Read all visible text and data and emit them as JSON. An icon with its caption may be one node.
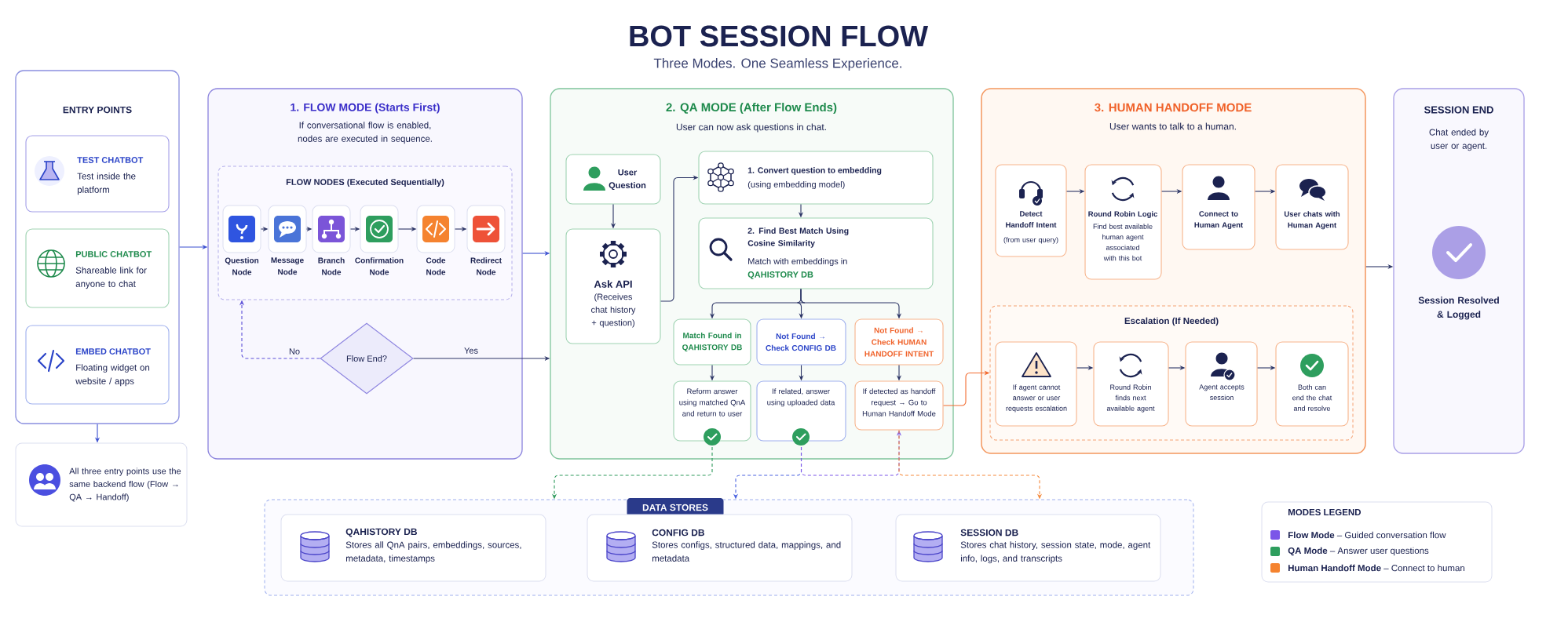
{
  "diagram": {
    "title": "BOT SESSION FLOW",
    "nodes": [
      {
        "text": [
          "ENTRY POINTS"
        ]
      },
      {
        "text": [
          "TEST CHATBOT",
          "Test inside the platform"
        ],
        "in": 0
      },
      {
        "text": [
          "PUBLIC CHATBOT",
          "Shareable link for anyone to chat"
        ],
        "in": 0
      },
      {
        "text": [
          "EMBED CHATBOT",
          "Floating widget on website / apps"
        ],
        "in": 0
      },
      {
        "text": [
          "All three entry points use the same backend flow (Flow → QA → Handoff)"
        ]
      },
      {
        "text": [
          "1. FLOW MODE (Starts First)",
          "If conversational flow is enabled, nodes are executed in sequence."
        ]
      },
      {
        "text": [
          "FLOW NODES (Executed Sequentially)"
        ],
        "in": 5
      },
      {
        "text": [
          "Question Node"
        ],
        "in": 6
      },
      {
        "text": [
          "Message Node"
        ],
        "in": 6
      },
      {
        "text": [
          "Branch Node"
        ],
        "in": 6
      },
      {
        "text": [
          "Confirmation Node"
        ],
        "in": 6
      },
      {
        "text": [
          "Code Node"
        ],
        "in": 6
      },
      {
        "text": [
          "Redirect Node"
        ],
        "in": 6
      },
      {
        "text": [
          "Flow End?"
        ],
        "in": 5
      },
      {
        "text": [
          "2. QA MODE (After Flow Ends)",
          "User can now ask questions in chat."
        ]
      },
      {
        "text": [
          "User Question"
        ],
        "in": 14
      },
      {
        "text": [
          "Ask API",
          "(Receives chat history + question)"
        ],
        "in": 14
      },
      {
        "text": [
          "1. Convert question to embedding",
          "(using embedding model)"
        ],
        "in": 14
      },
      {
        "text": [
          "2. Find Best Match Using Cosine Similarity",
          "Match with embeddings in",
          "QAHISTORY DB"
        ],
        "in": 14
      },
      {
        "text": [
          "Match Found in QAHISTORY DB"
        ],
        "in": 14
      },
      {
        "text": [
          "Not Found → Check CONFIG DB"
        ],
        "in": 14
      },
      {
        "text": [
          "Not Found → Check HUMAN HANDOFF INTENT"
        ],
        "in": 14
      },
      {
        "text": [
          "Reform answer using matched QnA and return to user"
        ],
        "in": 14
      },
      {
        "text": [
          "If related, answer using uploaded data"
        ],
        "in": 14
      },
      {
        "text": [
          "If detected as handoff request → Go to Human Handoff Mode"
        ],
        "in": 14
      },
      {
        "text": [
          "3. HUMAN HANDOFF MODE",
          "User wants to talk to a human."
        ]
      },
      {
        "text": [
          "Detect Handoff Intent",
          "(from user query)"
        ],
        "in": 25
      },
      {
        "text": [
          "Round Robin Logic",
          "Find best available human agent associated with this bot"
        ],
        "in": 25
      },
      {
        "text": [
          "Connect to Human Agent"
        ],
        "in": 25
      },
      {
        "text": [
          "User chats with Human Agent"
        ],
        "in": 25
      },
      {
        "text": [
          "Escalation (If Needed)"
        ],
        "in": 25
      },
      {
        "text": [
          "If agent cannot answer or user requests escalation"
        ],
        "in": 30
      },
      {
        "text": [
          "Round Robin finds next available agent"
        ],
        "in": 30
      },
      {
        "text": [
          "Agent accepts session"
        ],
        "in": 30
      },
      {
        "text": [
          "Both can end the chat and resolve"
        ],
        "in": 30
      },
      {
        "text": [
          "SESSION END",
          "Chat ended by user or agent.",
          "Session Resolved & Logged"
        ]
      },
      {
        "text": [
          "DATA STORES"
        ]
      },
      {
        "text": [
          "QAHISTORY DB",
          "Stores all QnA pairs, embeddings, sources, metadata, timestamps"
        ],
        "in": 36
      },
      {
        "text": [
          "CONFIG DB",
          "Stores configs, structured data, mappings, and metadata"
        ],
        "in": 36
      },
      {
        "text": [
          "SESSION DB",
          "Stores chat history, session state, mode, agent info, logs, and transcripts"
        ],
        "in": 36
      }
    ],
    "edges": [
      {
        "from": 0,
        "to": 5,
        "arrow": "to",
        "color": "#3a4fd0"
      },
      {
        "from": 0,
        "to": 4,
        "arrow": "to",
        "color": "#3a4fd0"
      },
      {
        "from": 7,
        "to": 8,
        "arrow": "to"
      },
      {
        "from": 8,
        "to": 9,
        "arrow": "to"
      },
      {
        "from": 9,
        "to": 10,
        "arrow": "to"
      },
      {
        "from": 10,
        "to": 11,
        "arrow": "to"
      },
      {
        "from": 11,
        "to": 12,
        "arrow": "to"
      },
      {
        "from": 5,
        "to": 14,
        "arrow": "to",
        "color": "#3a4fd0"
      },
      {
        "from": 13,
        "to": 6,
        "arrow": "to",
        "label": "No",
        "style": "dashed",
        "color": "#5b4fd8"
      },
      {
        "from": 13,
        "to": 14,
        "arrow": "to",
        "label": "Yes"
      },
      {
        "from": 15,
        "to": 16,
        "arrow": "to"
      },
      {
        "from": 16,
        "to": 17,
        "arrow": "to"
      },
      {
        "from": 17,
        "to": 18,
        "arrow": "to"
      },
      {
        "from": 18,
        "to": 19,
        "arrow": "to"
      },
      {
        "from": 18,
        "to": 20,
        "arrow": "to"
      },
      {
        "from": 18,
        "to": 21,
        "arrow": "to"
      },
      {
        "from": 19,
        "to": 22,
        "arrow": "to"
      },
      {
        "from": 20,
        "to": 23,
        "arrow": "to"
      },
      {
        "from": 21,
        "to": 24,
        "arrow": "to"
      },
      {
        "from": 24,
        "to": 30,
        "arrow": "to",
        "color": "#f26b2f"
      },
      {
        "from": 26,
        "to": 27,
        "arrow": "to"
      },
      {
        "from": 27,
        "to": 28,
        "arrow": "to"
      },
      {
        "from": 28,
        "to": 29,
        "arrow": "to"
      },
      {
        "from": 31,
        "to": 32,
        "arrow": "to"
      },
      {
        "from": 32,
        "to": 33,
        "arrow": "to"
      },
      {
        "from": 33,
        "to": 34,
        "arrow": "to"
      },
      {
        "from": 25,
        "to": 35,
        "arrow": "to"
      },
      {
        "from": 22,
        "to": 36,
        "arrow": "to",
        "style": "dashed",
        "color": "#2e9a5c"
      },
      {
        "from": 23,
        "to": 36,
        "arrow": "to",
        "style": "dashed",
        "color": "#4a63e0"
      },
      {
        "from": 23,
        "to": 24,
        "arrow": "to",
        "style": "dashed",
        "color": "#7b55e8"
      },
      {
        "from": 24,
        "to": 36,
        "arrow": "to",
        "style": "dashed",
        "color": "#f58a3c"
      }
    ],
    "labels": [
      "Three Modes. One Seamless Experience.",
      "MODES LEGEND"
    ],
    "legend": [
      {
        "text": "**Flow Mode** – Guided conversation flow",
        "color": "#7b55e8"
      },
      {
        "text": "**QA Mode** – Answer user questions",
        "color": "#2e9e5e"
      },
      {
        "text": "**Human Handoff Mode** – Connect to human",
        "color": "#f5832f"
      }
    ]
  }
}
